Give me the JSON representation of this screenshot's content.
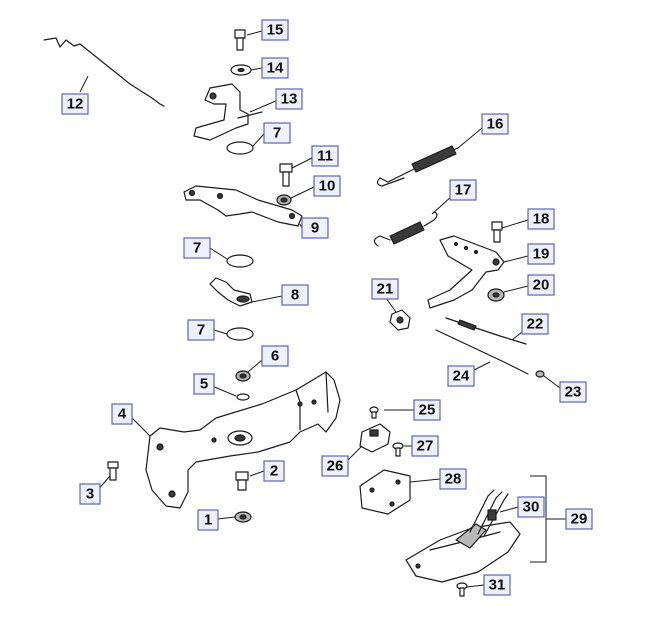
{
  "diagram": {
    "callouts": [
      {
        "label": "15"
      },
      {
        "label": "14"
      },
      {
        "label": "13"
      },
      {
        "label": "7"
      },
      {
        "label": "12"
      },
      {
        "label": "11"
      },
      {
        "label": "10"
      },
      {
        "label": "9"
      },
      {
        "label": "16"
      },
      {
        "label": "17"
      },
      {
        "label": "18"
      },
      {
        "label": "19"
      },
      {
        "label": "7"
      },
      {
        "label": "20"
      },
      {
        "label": "21"
      },
      {
        "label": "8"
      },
      {
        "label": "7"
      },
      {
        "label": "22"
      },
      {
        "label": "6"
      },
      {
        "label": "24"
      },
      {
        "label": "23"
      },
      {
        "label": "5"
      },
      {
        "label": "25"
      },
      {
        "label": "4"
      },
      {
        "label": "27"
      },
      {
        "label": "26"
      },
      {
        "label": "28"
      },
      {
        "label": "2"
      },
      {
        "label": "3"
      },
      {
        "label": "30"
      },
      {
        "label": "29"
      },
      {
        "label": "1"
      },
      {
        "label": "31"
      }
    ]
  }
}
